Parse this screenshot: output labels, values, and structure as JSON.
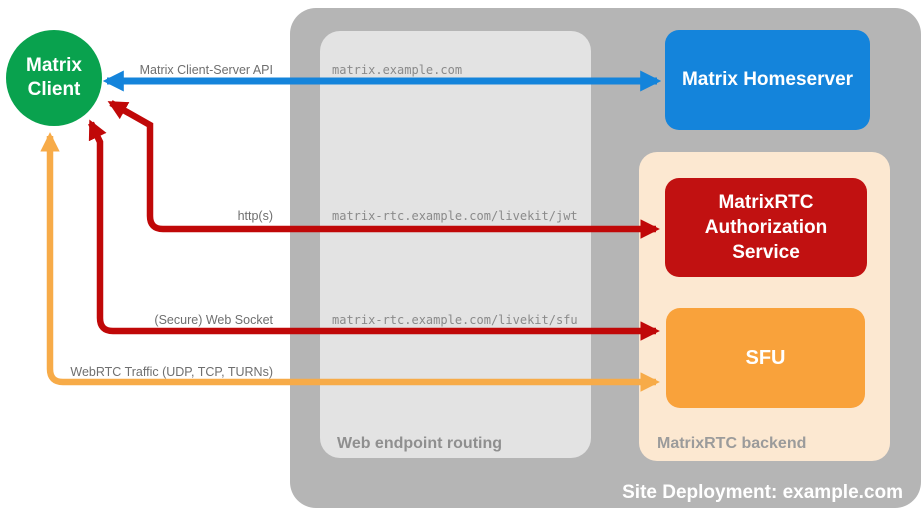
{
  "canvas": {
    "background": "#ffffff"
  },
  "containers": {
    "site": {
      "caption": "Site Deployment: example.com",
      "fill": "#b5b5b5",
      "caption_color": "#ffffff"
    },
    "routing": {
      "caption": "Web endpoint routing",
      "fill": "#e3e3e3",
      "caption_color": "#8f8f8f"
    },
    "backend": {
      "caption": "MatrixRTC backend",
      "fill": "#fce8d1",
      "caption_color": "#9b9b9b"
    }
  },
  "nodes": {
    "client": {
      "lines": [
        "Matrix",
        "Client"
      ],
      "fill": "#09a24e",
      "text_color": "#ffffff"
    },
    "homeserver": {
      "label": "Matrix Homeserver",
      "fill": "#1484db",
      "text_color": "#ffffff"
    },
    "auth": {
      "lines": [
        "MatrixRTC",
        "Authorization",
        "Service"
      ],
      "fill": "#c11111",
      "text_color": "#ffffff"
    },
    "sfu": {
      "label": "SFU",
      "fill": "#f9a23b",
      "text_color": "#ffffff"
    }
  },
  "edges": {
    "cs_api": {
      "label": "Matrix Client-Server API",
      "endpoint": "matrix.example.com",
      "color": "#1484db"
    },
    "http": {
      "label": "http(s)",
      "endpoint": "matrix-rtc.example.com/livekit/jwt",
      "color": "#c00808"
    },
    "ws": {
      "label": "(Secure) Web Socket",
      "endpoint": "matrix-rtc.example.com/livekit/sfu",
      "color": "#c00808"
    },
    "webrtc": {
      "label": "WebRTC Traffic (UDP, TCP, TURNs)",
      "endpoint": "",
      "color": "#f7ab48"
    }
  },
  "styles": {
    "edge_label_color": "#6f6f6f",
    "endpoint_text_color": "#8a8a8a"
  }
}
